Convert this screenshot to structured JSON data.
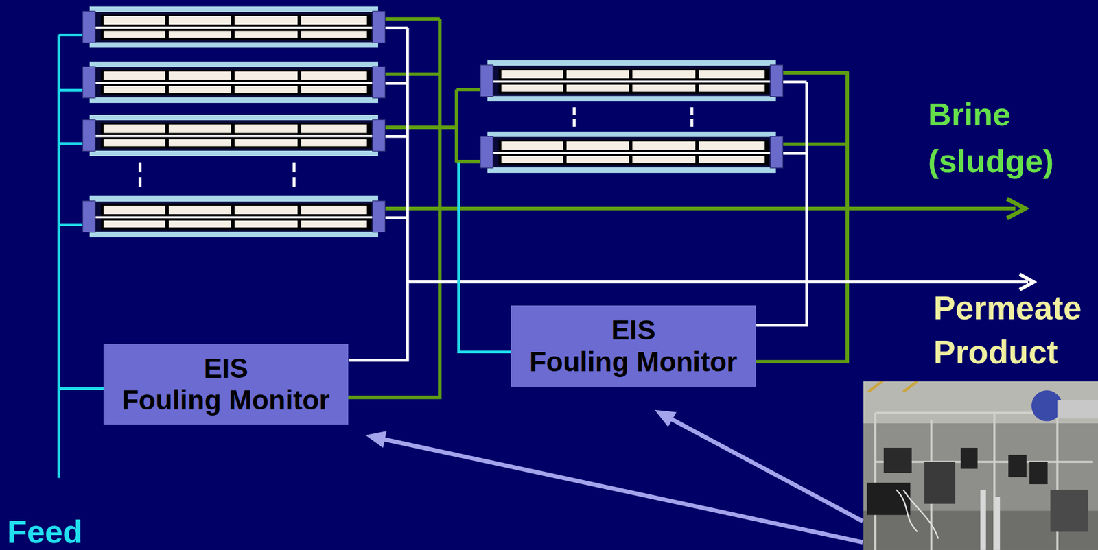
{
  "diagram": {
    "nodes": [
      {
        "text": [
          "EIS Fouling Monitor"
        ]
      },
      {
        "text": [
          "EIS Fouling Monitor"
        ]
      }
    ],
    "labels": [
      "Brine (sludge)",
      "Permeate Product",
      "Feed"
    ]
  }
}
